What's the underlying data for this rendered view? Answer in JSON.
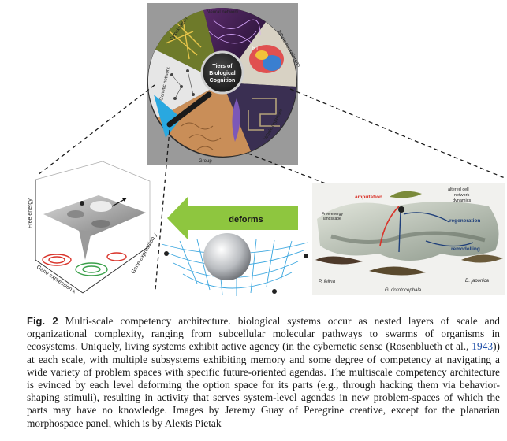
{
  "wheel": {
    "center_label_lines": [
      "Tiers of",
      "Biological",
      "Cognition"
    ],
    "segments": [
      "Cytoskeleton",
      "Neural network",
      "Whole neural/organ",
      "Whole organism",
      "Group",
      "Genetic network"
    ],
    "inset_label": "RT"
  },
  "energy_panel": {
    "y_axis": "Free energy",
    "x_axis_a": "Gene expression x",
    "x_axis_b": "Gene expression y"
  },
  "deform_panel": {
    "arrow_label": "deforms"
  },
  "planarian_panel": {
    "labels": {
      "amputation": "amputation",
      "altered": [
        "altered cell",
        "network",
        "dynamics"
      ],
      "free_energy": [
        "Free energy",
        "landscape"
      ],
      "regeneration": "regeneration",
      "remodelling": "remodelling",
      "species_a": "P. felina",
      "species_b": "G. dorotocephala",
      "species_c": "D. japonica"
    }
  },
  "caption": {
    "label": "Fig. 2",
    "text_before_cite": " Multi-scale competency architecture. biological systems occur as nested layers of scale and organizational complexity, ranging from subcellular molecular pathways to swarms of organisms in ecosystems. Uniquely, living systems exhibit active agency (in the cybernetic sense (Rosenblueth et al., ",
    "cite": "1943",
    "text_after_cite": ")) at each scale, with multiple subsystems exhibiting memory and some degree of competency at navigating a wide variety of problem spaces with specific future-oriented agendas. The multiscale competency architecture is evinced by each level deforming the option space for its parts (e.g., through hacking them via behavior-shaping stimuli), resulting in activity that serves system-level agendas in new problem-spaces of which the parts may have no knowledge. Images by Jeremy Guay of Peregrine creative, except for the planarian morphospace panel, which is by Alexis Pietak"
  },
  "colors": {
    "wheel_bg": "#9a9a9a",
    "deforms_arrow": "#8ec63f",
    "amputation_red": "#d9342b",
    "blue_mesh": "#3aa6df",
    "link_blue": "#1f4fa8"
  }
}
